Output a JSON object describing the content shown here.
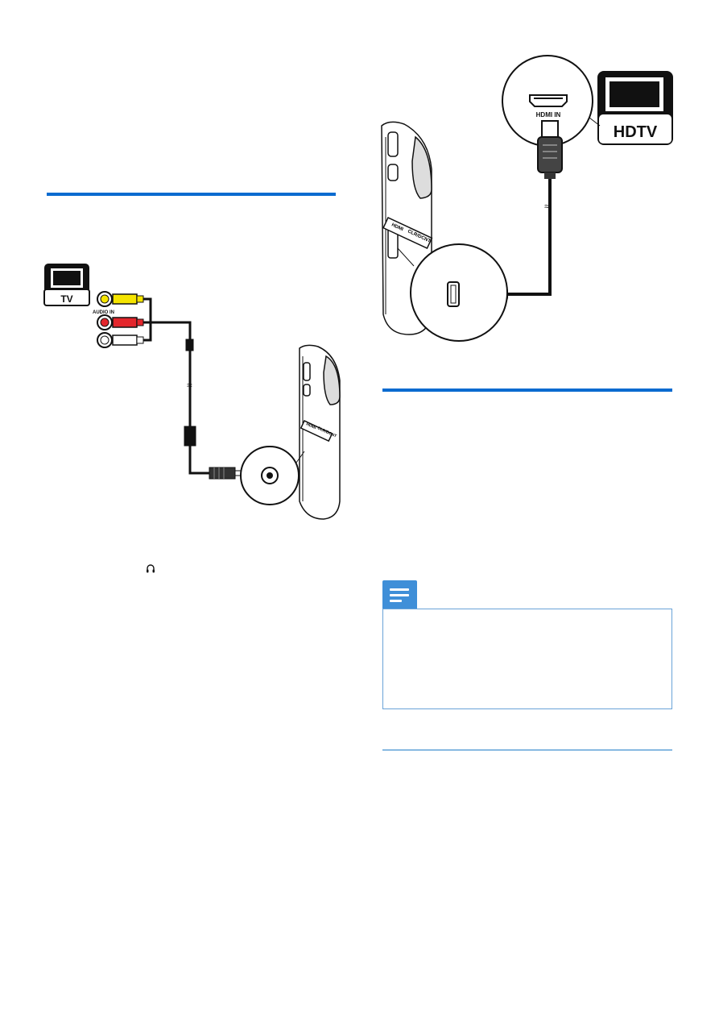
{
  "tv_diagram": {
    "tv_label": "TV",
    "audio_in_label": "AUDIO IN",
    "port_label": "HDMI",
    "port_label_2": "CLR/DCNT"
  },
  "hdtv_diagram": {
    "hdtv_label": "HDTV",
    "hdmi_in_label": "HDMI IN",
    "port_label": "HDMI",
    "port_label_2": "CLR/DCNT"
  },
  "icons": {
    "headphone": "headphone-icon",
    "note": "note-icon"
  },
  "colors": {
    "accent": "#0a6bd0",
    "note_tab": "#3f8fd8",
    "note_border": "#6aa3d8",
    "rca_yellow": "#f5e400",
    "rca_red": "#e3262c"
  }
}
